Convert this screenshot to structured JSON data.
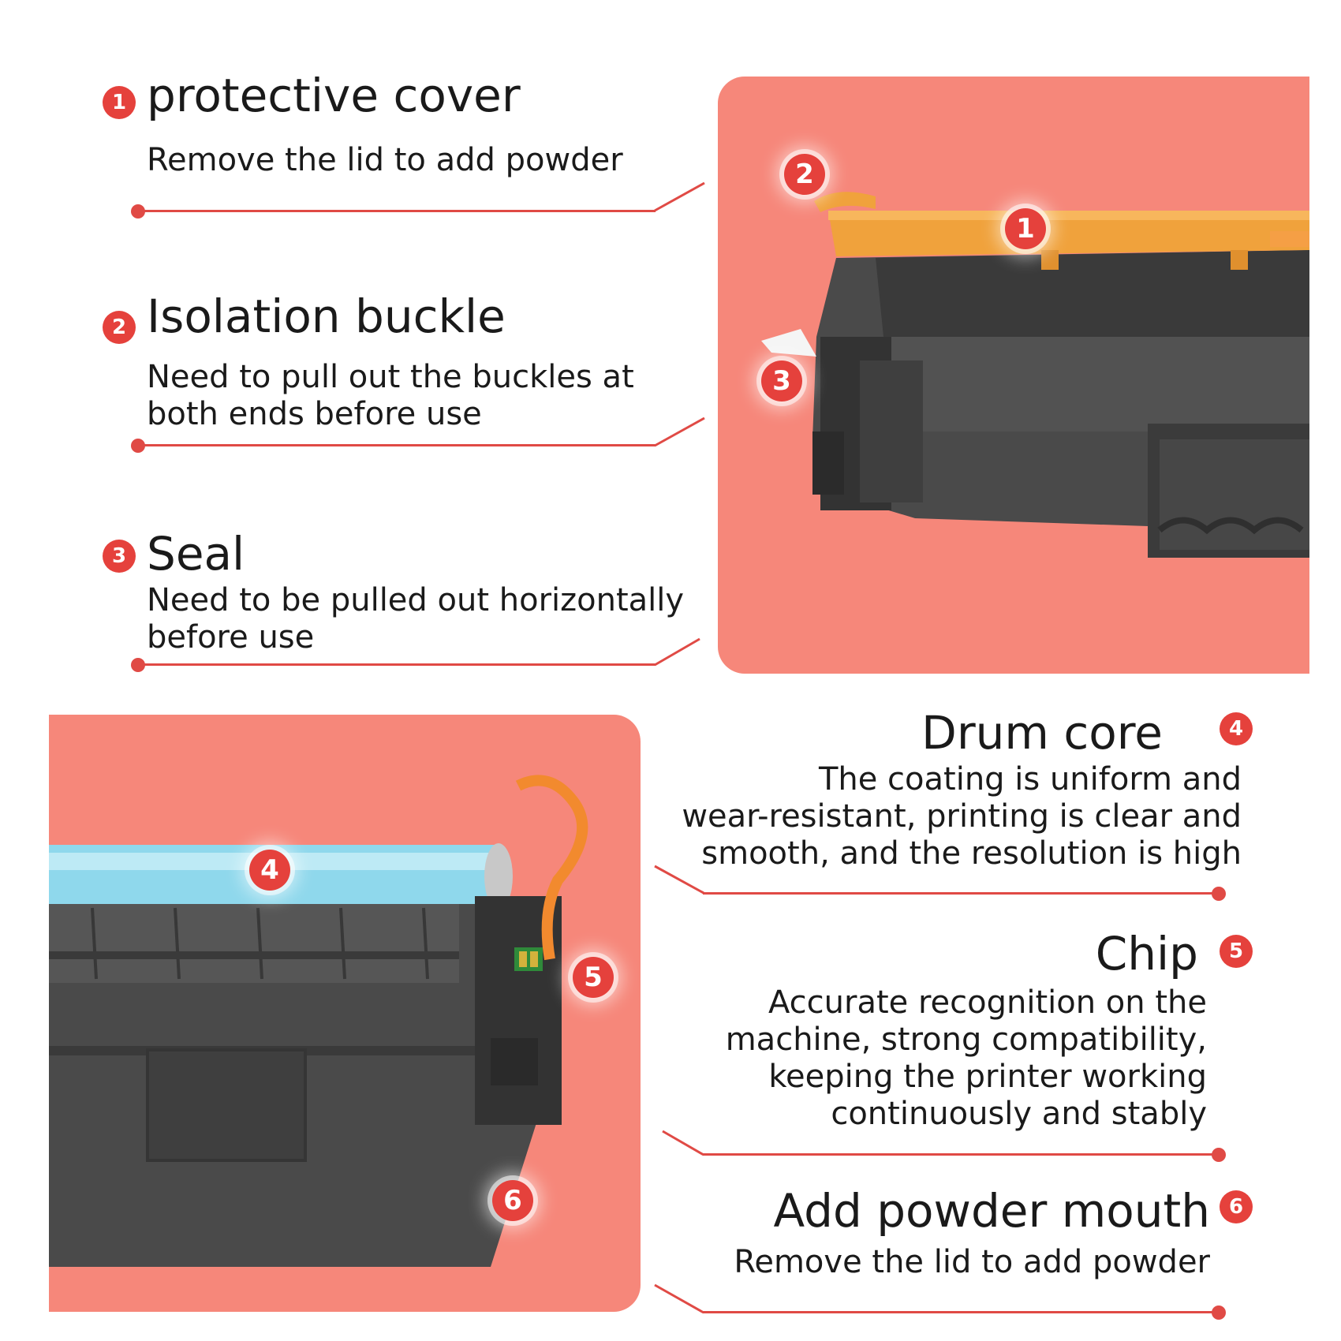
{
  "features": [
    {
      "number": "1",
      "title": "protective cover",
      "desc": "Remove the lid to add powder"
    },
    {
      "number": "2",
      "title": "Isolation buckle",
      "desc_lines": [
        "Need to pull out the buckles at",
        "both ends before use"
      ]
    },
    {
      "number": "3",
      "title": "Seal",
      "desc_lines": [
        "Need to be pulled out horizontally",
        "before use"
      ]
    },
    {
      "number": "4",
      "title": "Drum core",
      "desc_lines": [
        "The coating is uniform and",
        "wear-resistant, printing is clear and",
        "smooth, and the resolution is high"
      ]
    },
    {
      "number": "5",
      "title": "Chip",
      "desc_lines": [
        "Accurate recognition on the",
        "machine, strong compatibility,",
        "keeping the printer working",
        "continuously and stably"
      ]
    },
    {
      "number": "6",
      "title": "Add powder mouth",
      "desc": "Remove the lid to add powder"
    }
  ],
  "colors": {
    "accent": "#e5413c",
    "panel": "#f6877a",
    "cartridge": "#3d3d3d",
    "cover": "#f0a23c",
    "drum": "#7fd3e8"
  }
}
